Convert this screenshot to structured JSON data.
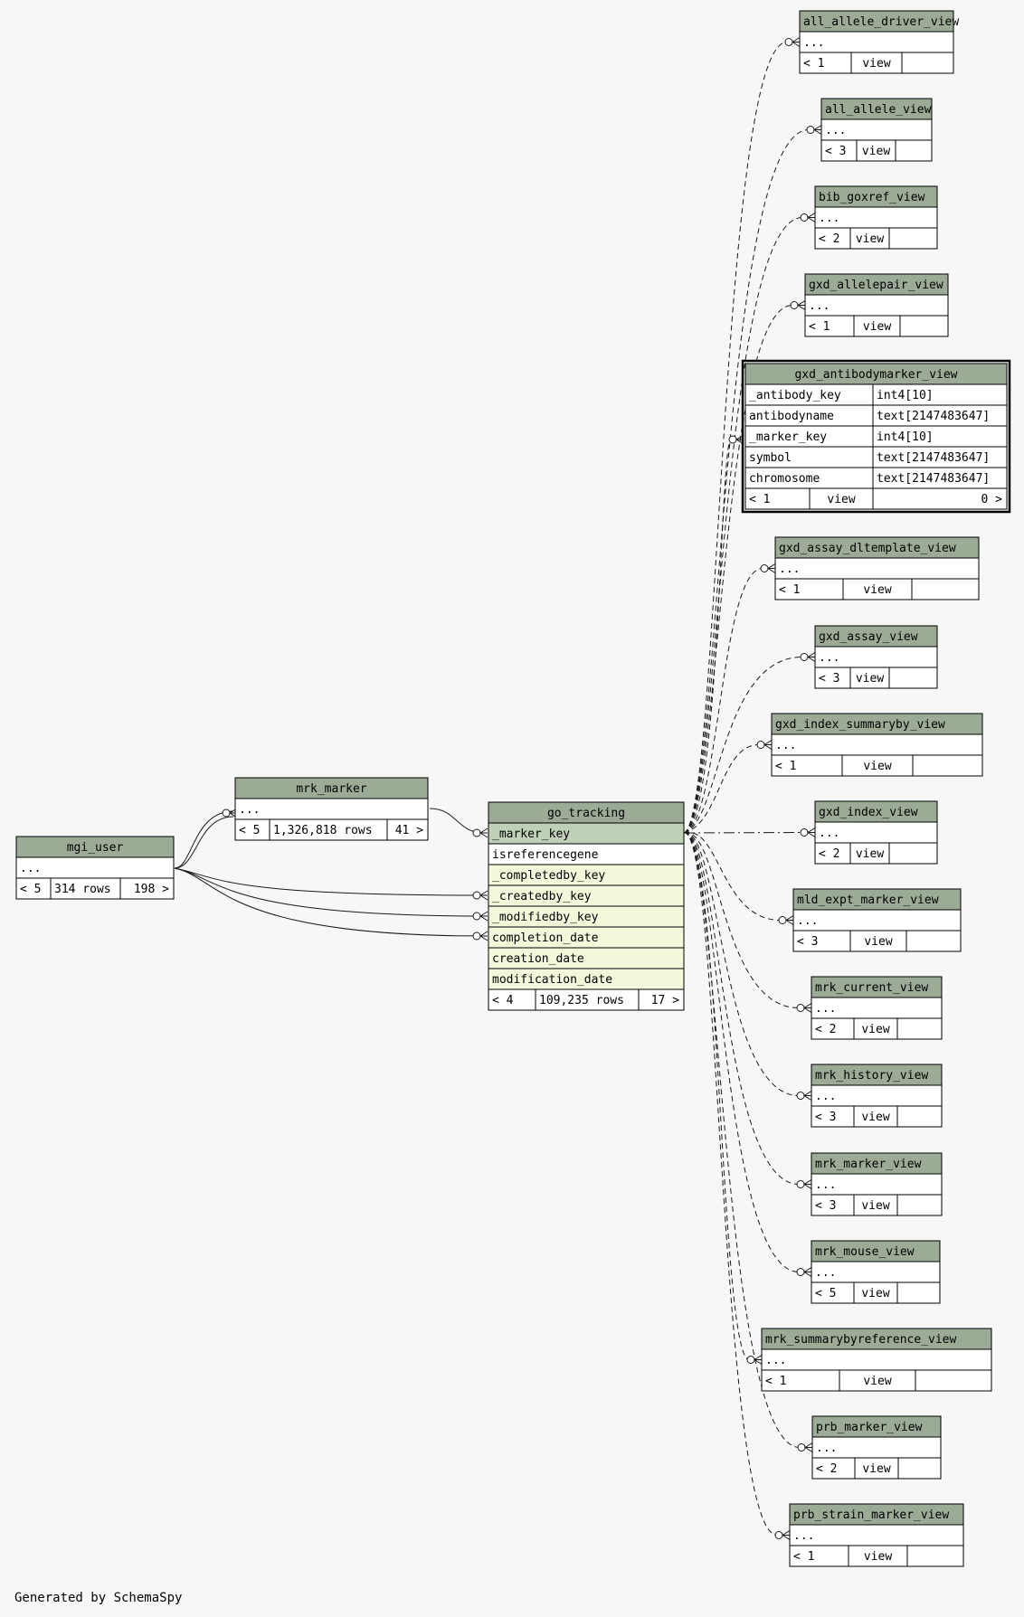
{
  "page": {
    "footer": "Generated by SchemaSpy",
    "colors": {
      "background": "#f7f7f7",
      "header": "#9bab96",
      "body": "#ffffff",
      "key_row": "#bed1b8",
      "fk_row": "#f4f7da",
      "border": "#000000",
      "edge": "#1a1a1a"
    }
  },
  "tables": {
    "all_allele_driver_view": {
      "name": "all_allele_driver_view",
      "ellipsis": "...",
      "parents": "< 1",
      "rows": "view",
      "children": ""
    },
    "all_allele_view": {
      "name": "all_allele_view",
      "ellipsis": "...",
      "parents": "< 3",
      "rows": "view",
      "children": ""
    },
    "bib_goxref_view": {
      "name": "bib_goxref_view",
      "ellipsis": "...",
      "parents": "< 2",
      "rows": "view",
      "children": ""
    },
    "gxd_allelepair_view": {
      "name": "gxd_allelepair_view",
      "ellipsis": "...",
      "parents": "< 1",
      "rows": "view",
      "children": ""
    },
    "gxd_antibodymarker_view": {
      "name": "gxd_antibodymarker_view",
      "columns": [
        {
          "name": "_antibody_key",
          "type": "int4[10]"
        },
        {
          "name": "antibodyname",
          "type": "text[2147483647]"
        },
        {
          "name": "_marker_key",
          "type": "int4[10]"
        },
        {
          "name": "symbol",
          "type": "text[2147483647]"
        },
        {
          "name": "chromosome",
          "type": "text[2147483647]"
        }
      ],
      "parents": "< 1",
      "rows": "view",
      "children": "0 >"
    },
    "gxd_assay_dltemplate_view": {
      "name": "gxd_assay_dltemplate_view",
      "ellipsis": "...",
      "parents": "< 1",
      "rows": "view",
      "children": ""
    },
    "gxd_assay_view": {
      "name": "gxd_assay_view",
      "ellipsis": "...",
      "parents": "< 3",
      "rows": "view",
      "children": ""
    },
    "gxd_index_summaryby_view": {
      "name": "gxd_index_summaryby_view",
      "ellipsis": "...",
      "parents": "< 1",
      "rows": "view",
      "children": ""
    },
    "gxd_index_view": {
      "name": "gxd_index_view",
      "ellipsis": "...",
      "parents": "< 2",
      "rows": "view",
      "children": ""
    },
    "mld_expt_marker_view": {
      "name": "mld_expt_marker_view",
      "ellipsis": "...",
      "parents": "< 3",
      "rows": "view",
      "children": ""
    },
    "mrk_current_view": {
      "name": "mrk_current_view",
      "ellipsis": "...",
      "parents": "< 2",
      "rows": "view",
      "children": ""
    },
    "mrk_history_view": {
      "name": "mrk_history_view",
      "ellipsis": "...",
      "parents": "< 3",
      "rows": "view",
      "children": ""
    },
    "mrk_marker_view": {
      "name": "mrk_marker_view",
      "ellipsis": "...",
      "parents": "< 3",
      "rows": "view",
      "children": ""
    },
    "mrk_mouse_view": {
      "name": "mrk_mouse_view",
      "ellipsis": "...",
      "parents": "< 5",
      "rows": "view",
      "children": ""
    },
    "mrk_summarybyreference_view": {
      "name": "mrk_summarybyreference_view",
      "ellipsis": "...",
      "parents": "< 1",
      "rows": "view",
      "children": ""
    },
    "prb_marker_view": {
      "name": "prb_marker_view",
      "ellipsis": "...",
      "parents": "< 2",
      "rows": "view",
      "children": ""
    },
    "prb_strain_marker_view": {
      "name": "prb_strain_marker_view",
      "ellipsis": "...",
      "parents": "< 1",
      "rows": "view",
      "children": ""
    },
    "mrk_marker": {
      "name": "mrk_marker",
      "ellipsis": "...",
      "parents": "< 5",
      "rows": "1,326,818 rows",
      "children": "41 >"
    },
    "mgi_user": {
      "name": "mgi_user",
      "ellipsis": "...",
      "parents": "< 5",
      "rows": "314 rows",
      "children": "198 >"
    },
    "go_tracking": {
      "name": "go_tracking",
      "columns": [
        {
          "name": "_marker_key",
          "kind": "key"
        },
        {
          "name": "isreferencegene",
          "kind": "plain"
        },
        {
          "name": "_completedby_key",
          "kind": "fk"
        },
        {
          "name": "_createdby_key",
          "kind": "fk"
        },
        {
          "name": "_modifiedby_key",
          "kind": "fk"
        },
        {
          "name": "completion_date",
          "kind": "fk"
        },
        {
          "name": "creation_date",
          "kind": "fk"
        },
        {
          "name": "modification_date",
          "kind": "fk"
        }
      ],
      "parents": "< 4",
      "rows": "109,235 rows",
      "children": "17 >"
    }
  }
}
